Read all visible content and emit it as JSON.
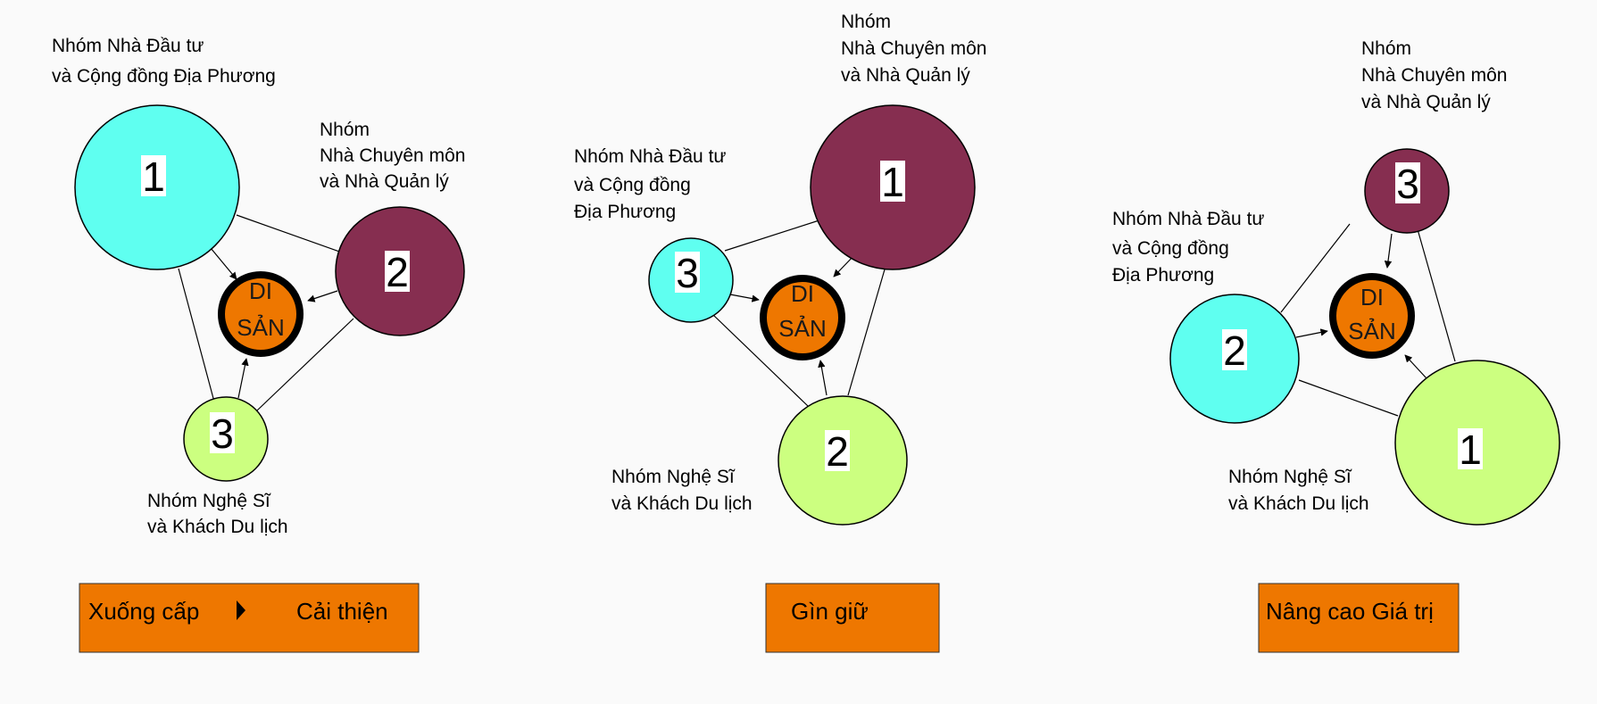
{
  "colors": {
    "cyan": "#5ffff0",
    "maroon": "#862e50",
    "lime": "#ccff80",
    "orange": "#ee7700",
    "line": "#000000"
  },
  "core_label": [
    "DI",
    "SẢN"
  ],
  "panels": [
    {
      "stage": "Xuống cấp ▸ Cải thiện",
      "stage_parts": [
        "Xuống cấp",
        "Cải thiện"
      ],
      "stage_arrow_icon": "triangle-right-icon",
      "nodes": [
        {
          "rank": "1",
          "group": "investors",
          "label": [
            "Nhóm Nhà Đầu tư",
            "và Cộng đồng Địa Phương"
          ]
        },
        {
          "rank": "2",
          "group": "experts",
          "label": [
            "Nhóm",
            "Nhà Chuyên môn",
            "và Nhà Quản lý"
          ]
        },
        {
          "rank": "3",
          "group": "artists",
          "label": [
            "Nhóm Nghệ Sĩ",
            "và Khách Du lịch"
          ]
        }
      ]
    },
    {
      "stage": "Gìn giữ",
      "nodes": [
        {
          "rank": "1",
          "group": "experts",
          "label": [
            "Nhóm",
            "Nhà Chuyên môn",
            "và Nhà Quản lý"
          ]
        },
        {
          "rank": "3",
          "group": "investors",
          "label": [
            "Nhóm Nhà Đầu tư",
            "và Cộng đồng",
            "Địa Phương"
          ]
        },
        {
          "rank": "2",
          "group": "artists",
          "label": [
            "Nhóm Nghệ Sĩ",
            "và Khách Du lịch"
          ]
        }
      ]
    },
    {
      "stage": "Nâng cao Giá trị",
      "nodes": [
        {
          "rank": "3",
          "group": "experts",
          "label": [
            "Nhóm",
            "Nhà Chuyên môn",
            "và Nhà Quản lý"
          ]
        },
        {
          "rank": "2",
          "group": "investors",
          "label": [
            "Nhóm Nhà Đầu tư",
            "và Cộng đồng",
            "Địa Phương"
          ]
        },
        {
          "rank": "1",
          "group": "artists",
          "label": [
            "Nhóm Nghệ Sĩ",
            "và Khách Du lịch"
          ]
        }
      ]
    }
  ]
}
